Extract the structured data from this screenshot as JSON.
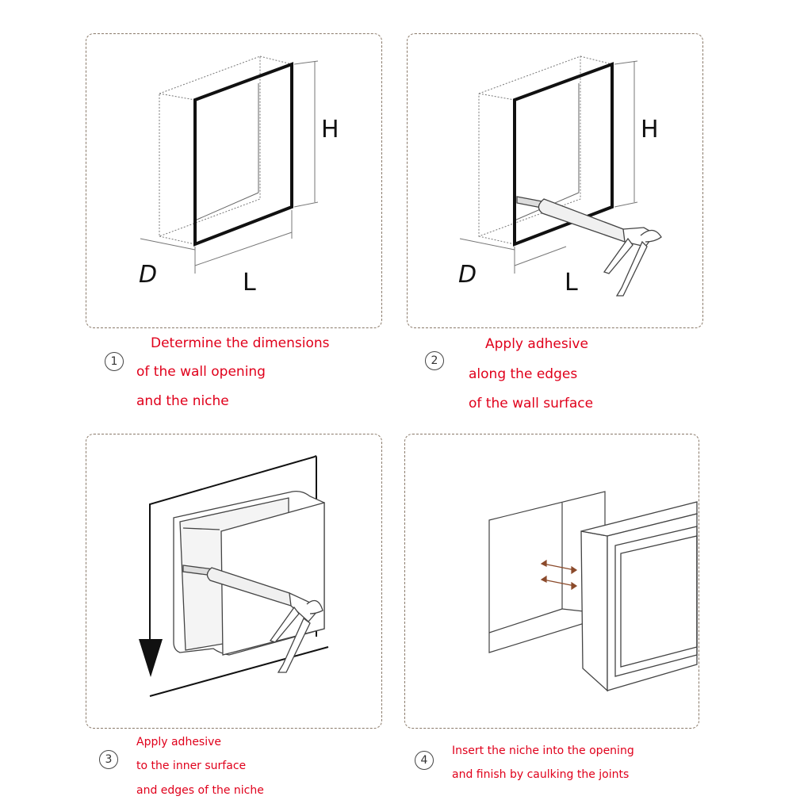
{
  "steps": [
    {
      "number": "1",
      "lines": [
        "Determine the dimensions",
        "of the wall opening",
        "and the niche"
      ]
    },
    {
      "number": "2",
      "lines": [
        "Apply adhesive",
        "along the edges",
        "of the wall surface"
      ]
    },
    {
      "number": "3",
      "lines": [
        "Apply adhesive",
        "to the inner surface",
        "and edges of the niche"
      ]
    },
    {
      "number": "4",
      "lines": [
        "Insert the niche into the opening",
        "and finish by caulking the joints"
      ]
    }
  ],
  "dimension_labels": {
    "height": "H",
    "length": "L",
    "depth": "D"
  },
  "colors": {
    "caption": "#e0001b",
    "panel_border": "#8a7a6a",
    "line": "#111111",
    "arrow": "#8b4a2b"
  }
}
